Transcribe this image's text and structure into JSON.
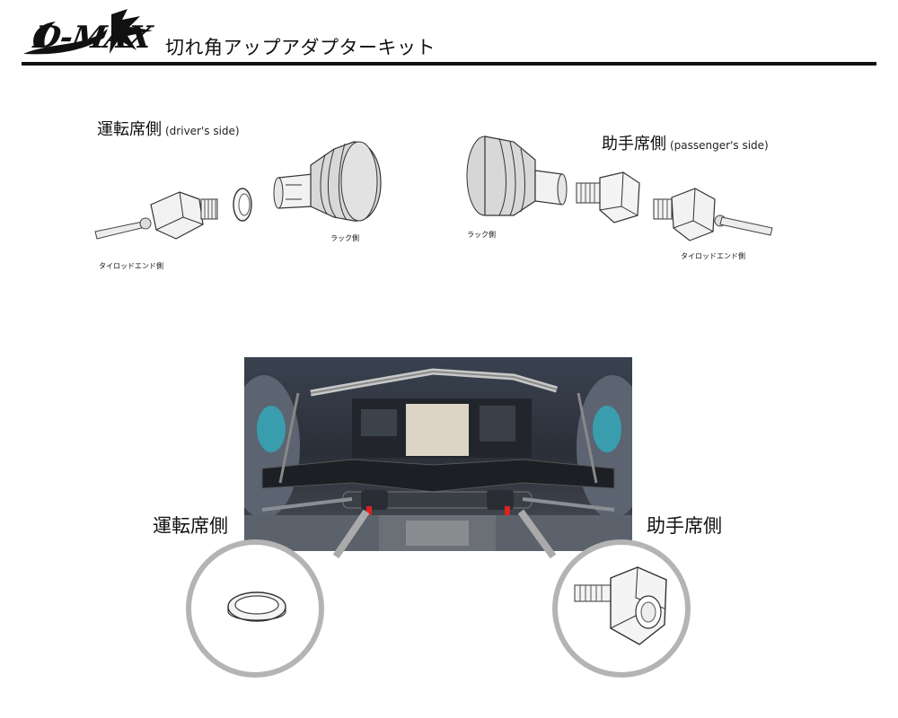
{
  "header": {
    "logo_text": "D-MAX",
    "title": "切れ角アップアダプターキット"
  },
  "diagram": {
    "driver": {
      "side_label": "運転席側",
      "side_label_en": "(driver's side)",
      "rack_label": "ラック側",
      "tierod_label": "タイロッドエンド側"
    },
    "passenger": {
      "side_label": "助手席側",
      "side_label_en": "(passenger's side)",
      "rack_label": "ラック側",
      "tierod_label": "タイロッドエンド側"
    }
  },
  "photo_section": {
    "driver_label": "運転席側",
    "passenger_label": "助手席側"
  }
}
